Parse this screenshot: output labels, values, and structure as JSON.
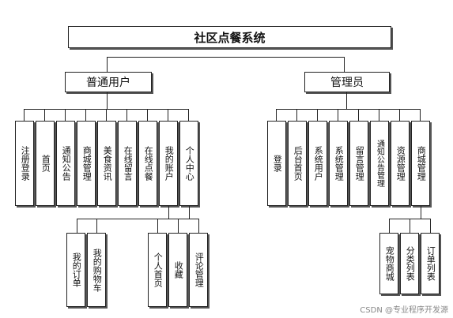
{
  "title": "社区点餐系统",
  "left": {
    "label": "普通用户",
    "children": [
      "注册登录",
      "首页",
      "通知公告",
      "商城管理",
      "美食资讯",
      "在线留言",
      "在线点餐",
      "我的账户",
      "个人中心"
    ],
    "my_account_children": [
      "我的订单",
      "我的购物车"
    ],
    "personal_center_children": [
      "个人首页",
      "收藏",
      "评论管理"
    ]
  },
  "right": {
    "label": "管理员",
    "children": [
      "登录",
      "后台首页",
      "系统用户",
      "系统管理",
      "留言管理",
      "通知公告管理",
      "资源管理",
      "商城管理"
    ],
    "mall_children": [
      "宠物商城",
      "分类列表",
      "订单列表"
    ]
  },
  "watermark": "CSDN @专业程序开发源"
}
